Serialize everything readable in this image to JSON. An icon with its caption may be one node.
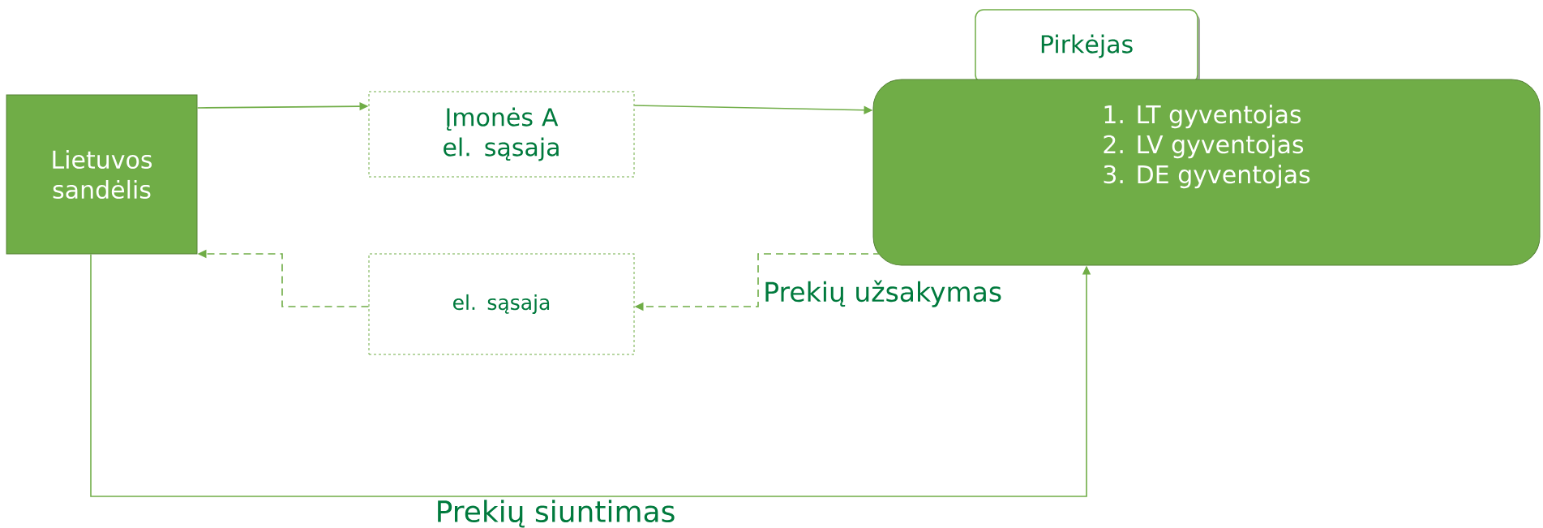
{
  "diagram": {
    "nodes": [
      {
        "text": [
          "Lietuvos sandėlis"
        ]
      },
      {
        "text": [
          "Įmonės A el. sąsaja"
        ]
      },
      {
        "text": [
          "Pirkėjas"
        ]
      },
      {
        "text": [
          "1.  LT gyventojas",
          "2.  LV gyventojas",
          "3.  DE gyventojas"
        ]
      },
      {
        "text": [
          "el. sąsaja"
        ]
      }
    ],
    "edges": [
      {
        "from": 0,
        "to": 1,
        "arrow": "to"
      },
      {
        "from": 1,
        "to": 3,
        "arrow": "to"
      },
      {
        "from": 3,
        "to": 4,
        "arrow": "to",
        "style": "dashed",
        "label": "Prekių užsakymas"
      },
      {
        "from": 4,
        "to": 0,
        "arrow": "to",
        "style": "dashed"
      },
      {
        "from": 0,
        "to": 3,
        "arrow": "to",
        "label": "Prekių siuntimas"
      }
    ]
  }
}
